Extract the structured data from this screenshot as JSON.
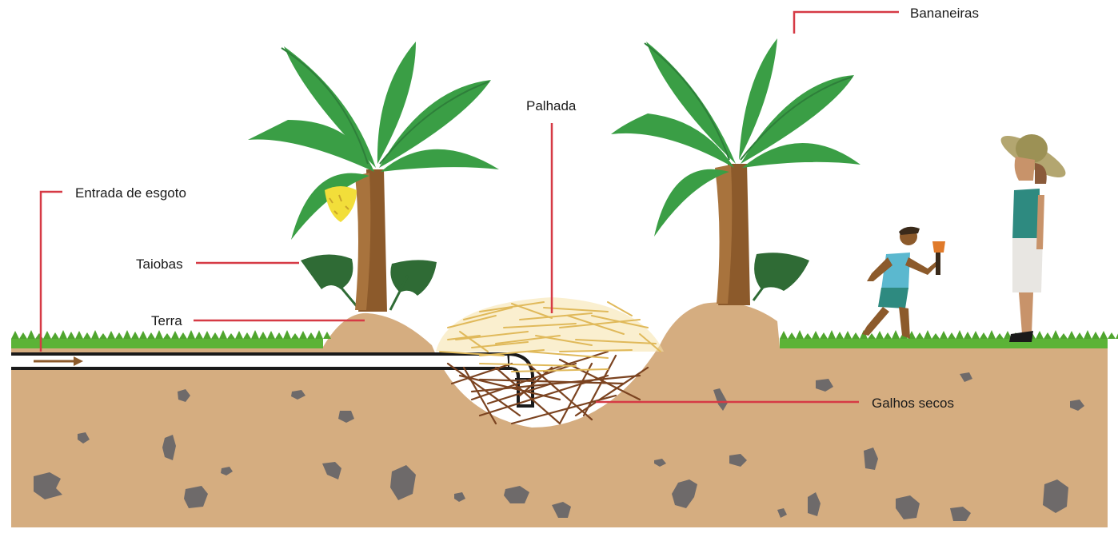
{
  "labels": {
    "bananeiras": "Bananeiras",
    "palhada": "Palhada",
    "entrada_esgoto": "Entrada de esgoto",
    "taiobas": "Taiobas",
    "terra": "Terra",
    "galhos_secos": "Galhos secos"
  },
  "colors": {
    "leader_line": "#d63a45",
    "soil": "#d5ad80",
    "grass": "#5cb337",
    "leaf": "#3a9e45",
    "leaf_dark": "#2e7f3a",
    "taioba": "#2f6b35",
    "trunk": "#8c5a2b",
    "straw": "#e0b95a",
    "branches": "#7b4320",
    "stone": "#6e6a6a",
    "pipe": "#ffffff",
    "arrow": "#8c5a2b",
    "banana": "#f2de3a"
  },
  "icons": [
    "banana-plant-icon",
    "taioba-icon",
    "banana-bunch-icon",
    "child-icon",
    "woman-icon",
    "pipe-elbow-icon",
    "flow-arrow-icon"
  ]
}
